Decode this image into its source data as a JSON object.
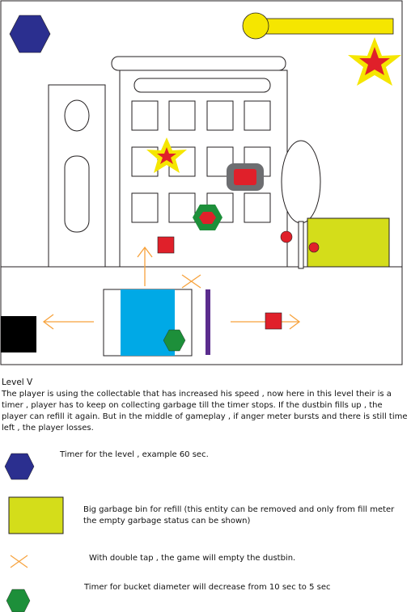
{
  "level": {
    "title": "Level V",
    "description": " The player is using the collectable that has increased his speed , now here in this level  their is a timer , player has to keep on collecting garbage till the timer stops. If the dustbin fills up , the player can refill it again. But in the middle of gameplay , if anger meter bursts  and there is still time left , the player losses."
  },
  "legend": [
    {
      "icon": "blue-hexagon-icon",
      "label": "Timer for the level , example 60 sec."
    },
    {
      "icon": "lime-rectangle-icon",
      "label": "Big garbage bin for refill (this entity can be removed and only from fill meter the empty garbage status can be shown)"
    },
    {
      "icon": "orange-cross-icon",
      "label": "With double tap , the game will empty the dustbin."
    },
    {
      "icon": "green-hexagon-icon",
      "label": "Timer for bucket diameter will decrease from 10 sec to 5 sec"
    }
  ],
  "colors": {
    "navy": "#2b2f8f",
    "yellow": "#f5e600",
    "lime": "#d4dd1a",
    "red": "#e0202a",
    "green": "#1d8f3a",
    "cyan": "#00a9e6",
    "orange": "#f7a23c",
    "purple": "#5b2d8e",
    "grey": "#6d6e71",
    "black": "#000000"
  }
}
